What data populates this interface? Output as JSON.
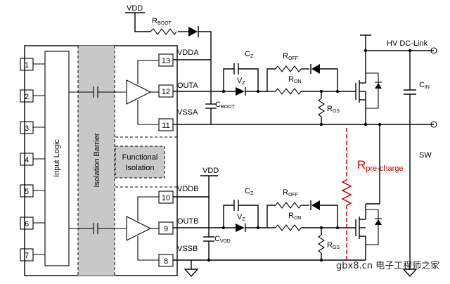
{
  "supply": {
    "top": "VDD",
    "mid": "VDD"
  },
  "left_pins": [
    "1",
    "2",
    "3",
    "4",
    "5",
    "6",
    "7"
  ],
  "right_pins_a": [
    "13",
    "12",
    "11"
  ],
  "right_pins_b": [
    "10",
    "9",
    "8"
  ],
  "blocks": {
    "input_logic": "Input Logic",
    "isolation_barrier": "Isolation Barrier",
    "functional_isolation_1": "Functional",
    "functional_isolation_2": "Isolation"
  },
  "channel_a": {
    "supply": "VDDA",
    "output": "OUTA",
    "ground": "VSSA"
  },
  "channel_b": {
    "supply": "VDDB",
    "output": "OUTB",
    "ground": "VSSB"
  },
  "components": {
    "r_boot": {
      "main": "R",
      "sub": "BOOT"
    },
    "c_boot": {
      "main": "C",
      "sub": "BOOT"
    },
    "c_vdd": {
      "main": "C",
      "sub": "VDD"
    },
    "cz_a": {
      "main": "C",
      "sub": "Z"
    },
    "cz_b": {
      "main": "C",
      "sub": "Z"
    },
    "vz_a": {
      "main": "V",
      "sub": "Z"
    },
    "vz_b": {
      "main": "V",
      "sub": "Z"
    },
    "roff_a": {
      "main": "R",
      "sub": "OFF"
    },
    "roff_b": {
      "main": "R",
      "sub": "OFF"
    },
    "ron_a": {
      "main": "R",
      "sub": "ON"
    },
    "ron_b": {
      "main": "R",
      "sub": "ON"
    },
    "rgs_a": {
      "main": "R",
      "sub": "GS"
    },
    "rgs_b": {
      "main": "R",
      "sub": "GS"
    },
    "c_in": {
      "main": "C",
      "sub": "IN"
    },
    "r_precharge": {
      "main": "R",
      "sub": "pre-charge"
    }
  },
  "nets": {
    "hv": "HV DC-Link",
    "sw": "SW"
  },
  "watermark": "gbx8.cn 电子工程师之家",
  "colors": {
    "barrier": "#c8c8c8",
    "precharge": "#c00000",
    "wire": "#000000"
  }
}
